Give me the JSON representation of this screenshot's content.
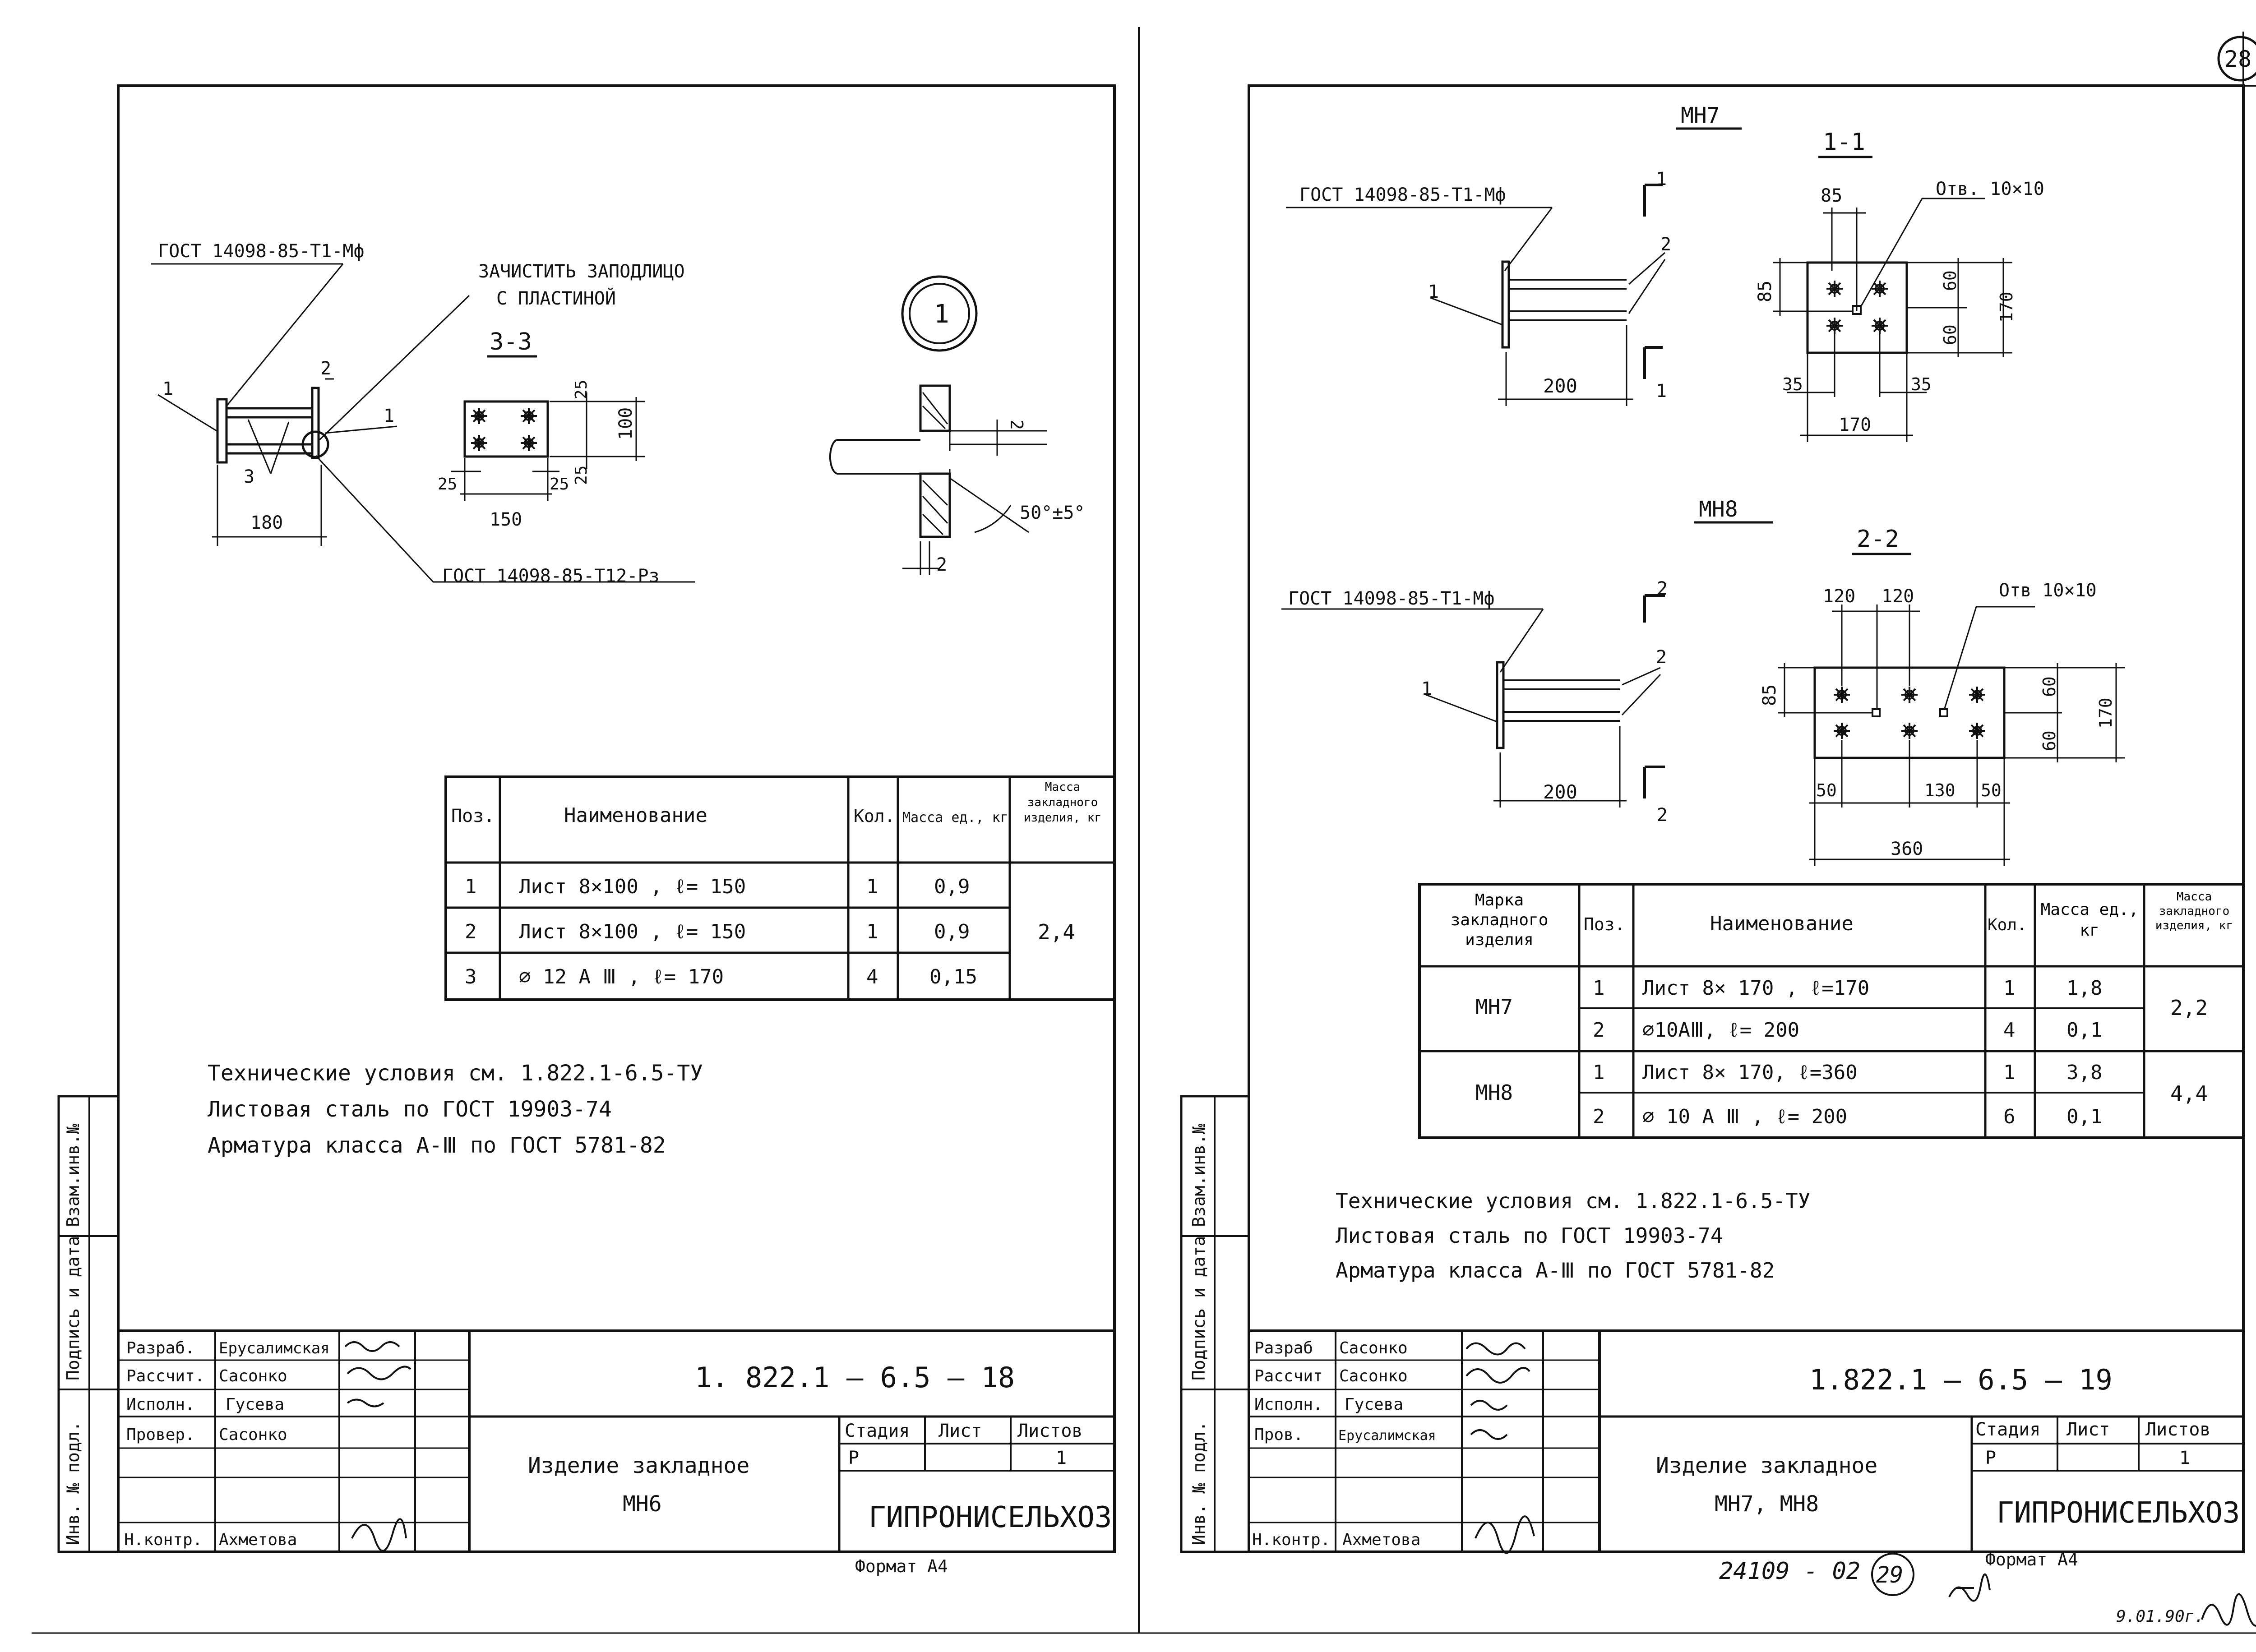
{
  "page_number": "28",
  "sheet_18": {
    "title": "",
    "callouts": {
      "gost_t1": "ГОСТ 14098-85-Т1-Мф",
      "clean": "ЗАЧИСТИТЬ ЗАПОДЛИЦО",
      "clean2": "С ПЛАСТИНОЙ",
      "gost_t12": "ГОСТ 14098-85-Т12-Рз",
      "pos1": "1",
      "pos2": "2",
      "pos3": "3",
      "pos1b": "1"
    },
    "dims": {
      "length": "180",
      "w": "150",
      "h": "100",
      "off1": "25",
      "off2": "25",
      "off3": "25",
      "off4": "25"
    },
    "section": "3-3",
    "detail": {
      "label": "1",
      "gap": "2",
      "angle": "50°±5°",
      "t": "2"
    },
    "table": {
      "headers": [
        "Поз.",
        "Наименование",
        "Кол.",
        "Масса ед., кг",
        "Масса закладного изделия, кг"
      ],
      "rows": [
        [
          "1",
          "Лист  8×100 ,  ℓ= 150",
          "1",
          "0,9"
        ],
        [
          "2",
          "Лист  8×100 ,  ℓ= 150",
          "1",
          "0,9"
        ],
        [
          "3",
          "⌀ 12 А Ⅲ ,  ℓ= 170",
          "4",
          "0,15"
        ]
      ],
      "total": "2,4"
    },
    "notes": [
      "Технические  условия  см. 1.822.1-6.5-ТУ",
      "Листовая  сталь  по  ГОСТ 19903-74",
      "Арматура  класса  А-Ⅲ  по  ГОСТ 5781-82"
    ],
    "stamp": {
      "people": [
        [
          "Разраб.",
          "Ерусалимская"
        ],
        [
          "Рассчит.",
          "Сасонко"
        ],
        [
          "Исполн.",
          "Гусева"
        ],
        [
          "Провер.",
          "Сасонко"
        ],
        [
          "",
          ""
        ],
        [
          "",
          ""
        ],
        [
          "Н.контр.",
          "Ахметова"
        ]
      ],
      "code": "1. 822.1 – 6.5 – 18",
      "name1": "Изделие закладное",
      "name2": "МН6",
      "stage_h": "Стадия",
      "sheet_h": "Лист",
      "sheets_h": "Листов",
      "stage": "Р",
      "sheets": "1",
      "org": "ГИПРОНИСЕЛЬХОЗ",
      "format": "Формат А4"
    },
    "side": {
      "a": "Взам.инв.№",
      "b": "Подпись и дата",
      "c": "Инв. № подл."
    }
  },
  "sheet_19": {
    "mh7": {
      "title": "МН7",
      "gost": "ГОСТ 14098-85-Т1-Мф",
      "pos1": "1",
      "pos2": "2",
      "cut_top": "1",
      "cut_bot": "1",
      "dim_len": "200",
      "section": "1-1",
      "hole": "Отв. 10×10",
      "d85": "85",
      "d85v": "85",
      "d60a": "60",
      "d60b": "60",
      "d170": "170",
      "d35a": "35",
      "d35b": "35",
      "d170w": "170"
    },
    "mh8": {
      "title": "МН8",
      "gost": "ГОСТ 14098-85-Т1-Мф",
      "pos1": "1",
      "pos2": "2",
      "cut_top": "2",
      "cut_bot": "2",
      "dim_len": "200",
      "section": "2-2",
      "hole": "Отв 10×10",
      "d120a": "120",
      "d120b": "120",
      "d85": "85",
      "d60a": "60",
      "d60b": "60",
      "d170": "170",
      "d50a": "50",
      "d130": "130",
      "d50b": "50",
      "d360": "360"
    },
    "table": {
      "headers": [
        "Марка закладного изделия",
        "Поз.",
        "Наименование",
        "Кол.",
        "Масса ед., кг",
        "Масса закладного изделия, кг"
      ],
      "groups": [
        {
          "mark": "МН7",
          "total": "2,2",
          "rows": [
            [
              "1",
              "Лист  8× 170 ,  ℓ=170",
              "1",
              "1,8"
            ],
            [
              "2",
              "⌀10АⅢ,  ℓ= 200",
              "4",
              "0,1"
            ]
          ]
        },
        {
          "mark": "МН8",
          "total": "4,4",
          "rows": [
            [
              "1",
              "Лист  8× 170,  ℓ=360",
              "1",
              "3,8"
            ],
            [
              "2",
              "⌀ 10 А Ⅲ ,  ℓ= 200",
              "6",
              "0,1"
            ]
          ]
        }
      ]
    },
    "notes": [
      "Технические  условия  см. 1.822.1-6.5-ТУ",
      "Листовая  сталь  по  ГОСТ 19903-74",
      "Арматура  класса  А-Ⅲ по ГОСТ 5781-82"
    ],
    "stamp": {
      "people": [
        [
          "Разраб",
          "Сасонко"
        ],
        [
          "Рассчит",
          "Сасонко"
        ],
        [
          "Исполн.",
          "Гусева"
        ],
        [
          "Пров.",
          "Ерусалимская"
        ],
        [
          "",
          ""
        ],
        [
          "",
          ""
        ],
        [
          "Н.контр.",
          "Ахметова"
        ]
      ],
      "code": "1.822.1 – 6.5 – 19",
      "name1": "Изделие закладное",
      "name2": "МН7, МН8",
      "stage_h": "Стадия",
      "sheet_h": "Лист",
      "sheets_h": "Листов",
      "stage": "Р",
      "sheets": "1",
      "org": "ГИПРОНИСЕЛЬХОЗ",
      "format": "Формат А4"
    },
    "side": {
      "a": "Взам.инв.№",
      "b": "Подпись и дата",
      "c": "Инв. № подл."
    },
    "archive": "24109 - 02",
    "archive_num": "29",
    "date": "9.01.90г."
  }
}
